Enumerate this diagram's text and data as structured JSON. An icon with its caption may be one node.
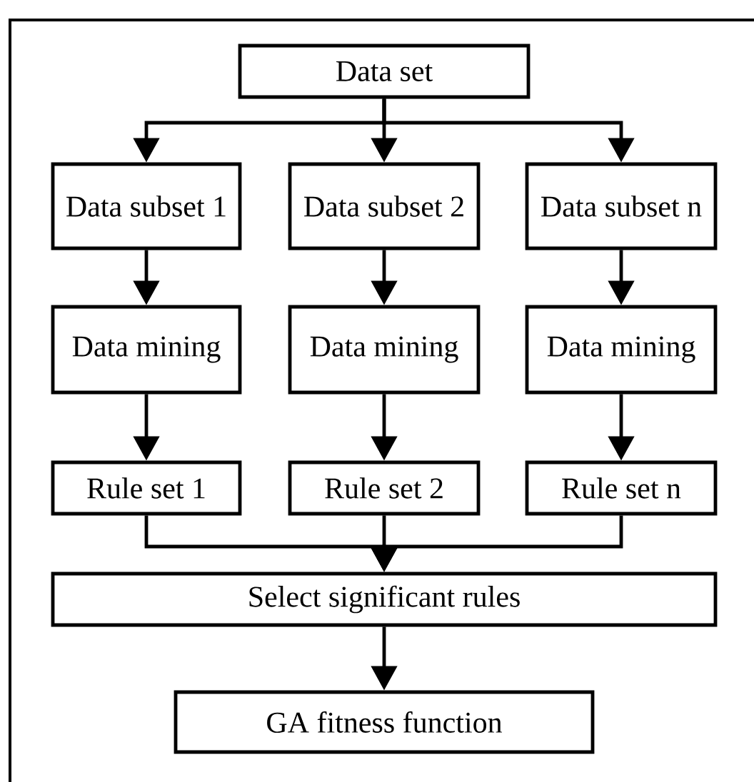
{
  "diagram": {
    "nodes": [
      {
        "text": [
          "Data set"
        ]
      },
      {
        "text": [
          "Data subset 1"
        ]
      },
      {
        "text": [
          "Data subset 2"
        ]
      },
      {
        "text": [
          "Data subset n"
        ]
      },
      {
        "text": [
          "Data mining"
        ]
      },
      {
        "text": [
          "Data mining"
        ]
      },
      {
        "text": [
          "Data mining"
        ]
      },
      {
        "text": [
          "Rule set 1"
        ]
      },
      {
        "text": [
          "Rule set 2"
        ]
      },
      {
        "text": [
          "Rule set n"
        ]
      },
      {
        "text": [
          "Select significant rules"
        ]
      },
      {
        "text": [
          "GA fitness function"
        ]
      }
    ],
    "edges": [
      {
        "from": 0,
        "to": 1,
        "arrow": "to"
      },
      {
        "from": 0,
        "to": 2,
        "arrow": "to"
      },
      {
        "from": 0,
        "to": 3,
        "arrow": "to"
      },
      {
        "from": 1,
        "to": 4,
        "arrow": "to"
      },
      {
        "from": 2,
        "to": 5,
        "arrow": "to"
      },
      {
        "from": 3,
        "to": 6,
        "arrow": "to"
      },
      {
        "from": 4,
        "to": 7,
        "arrow": "to"
      },
      {
        "from": 5,
        "to": 8,
        "arrow": "to"
      },
      {
        "from": 6,
        "to": 9,
        "arrow": "to"
      },
      {
        "from": 7,
        "to": 10,
        "arrow": "to"
      },
      {
        "from": 8,
        "to": 10,
        "arrow": "to"
      },
      {
        "from": 9,
        "to": 10,
        "arrow": "to"
      },
      {
        "from": 10,
        "to": 11,
        "arrow": "to"
      }
    ]
  }
}
